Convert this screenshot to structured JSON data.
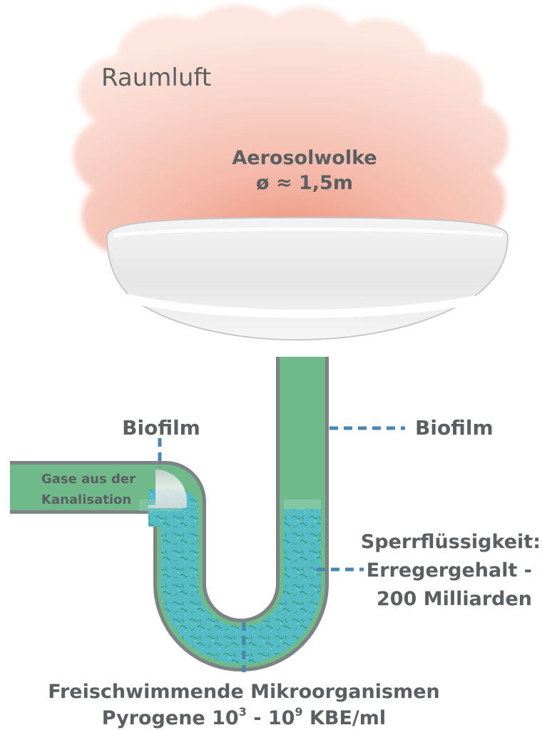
{
  "labels": {
    "room_air": "Raumluft",
    "aerosol_title": "Aerosolwolke",
    "aerosol_size": "ø ≈ 1,5m",
    "biofilm_left": "Biofilm",
    "biofilm_right": "Biofilm",
    "gas_line1": "Gase aus der",
    "gas_line2": "Kanalisation",
    "trap_line1": "Sperrflüssigkeit:",
    "trap_line2": "Erregergehalt -",
    "trap_line3": "200 Milliarden",
    "bottom_line1": "Freischwimmende Mikroorganismen",
    "bottom_line2_prefix": "Pyrogene 10",
    "bottom_line2_exp1": "3",
    "bottom_line2_mid": " - 10",
    "bottom_line2_exp2": "9",
    "bottom_line2_suffix": "  KBE/ml"
  },
  "colors": {
    "text": "#5c5f61",
    "cloud_core": "#ee9a86",
    "cloud_edge": "#fbe1da",
    "biofilm_green": "#6fb98a",
    "water": "#4fb8c4",
    "pipe_outline": "#7d8285",
    "leader": "#4a86b4"
  }
}
